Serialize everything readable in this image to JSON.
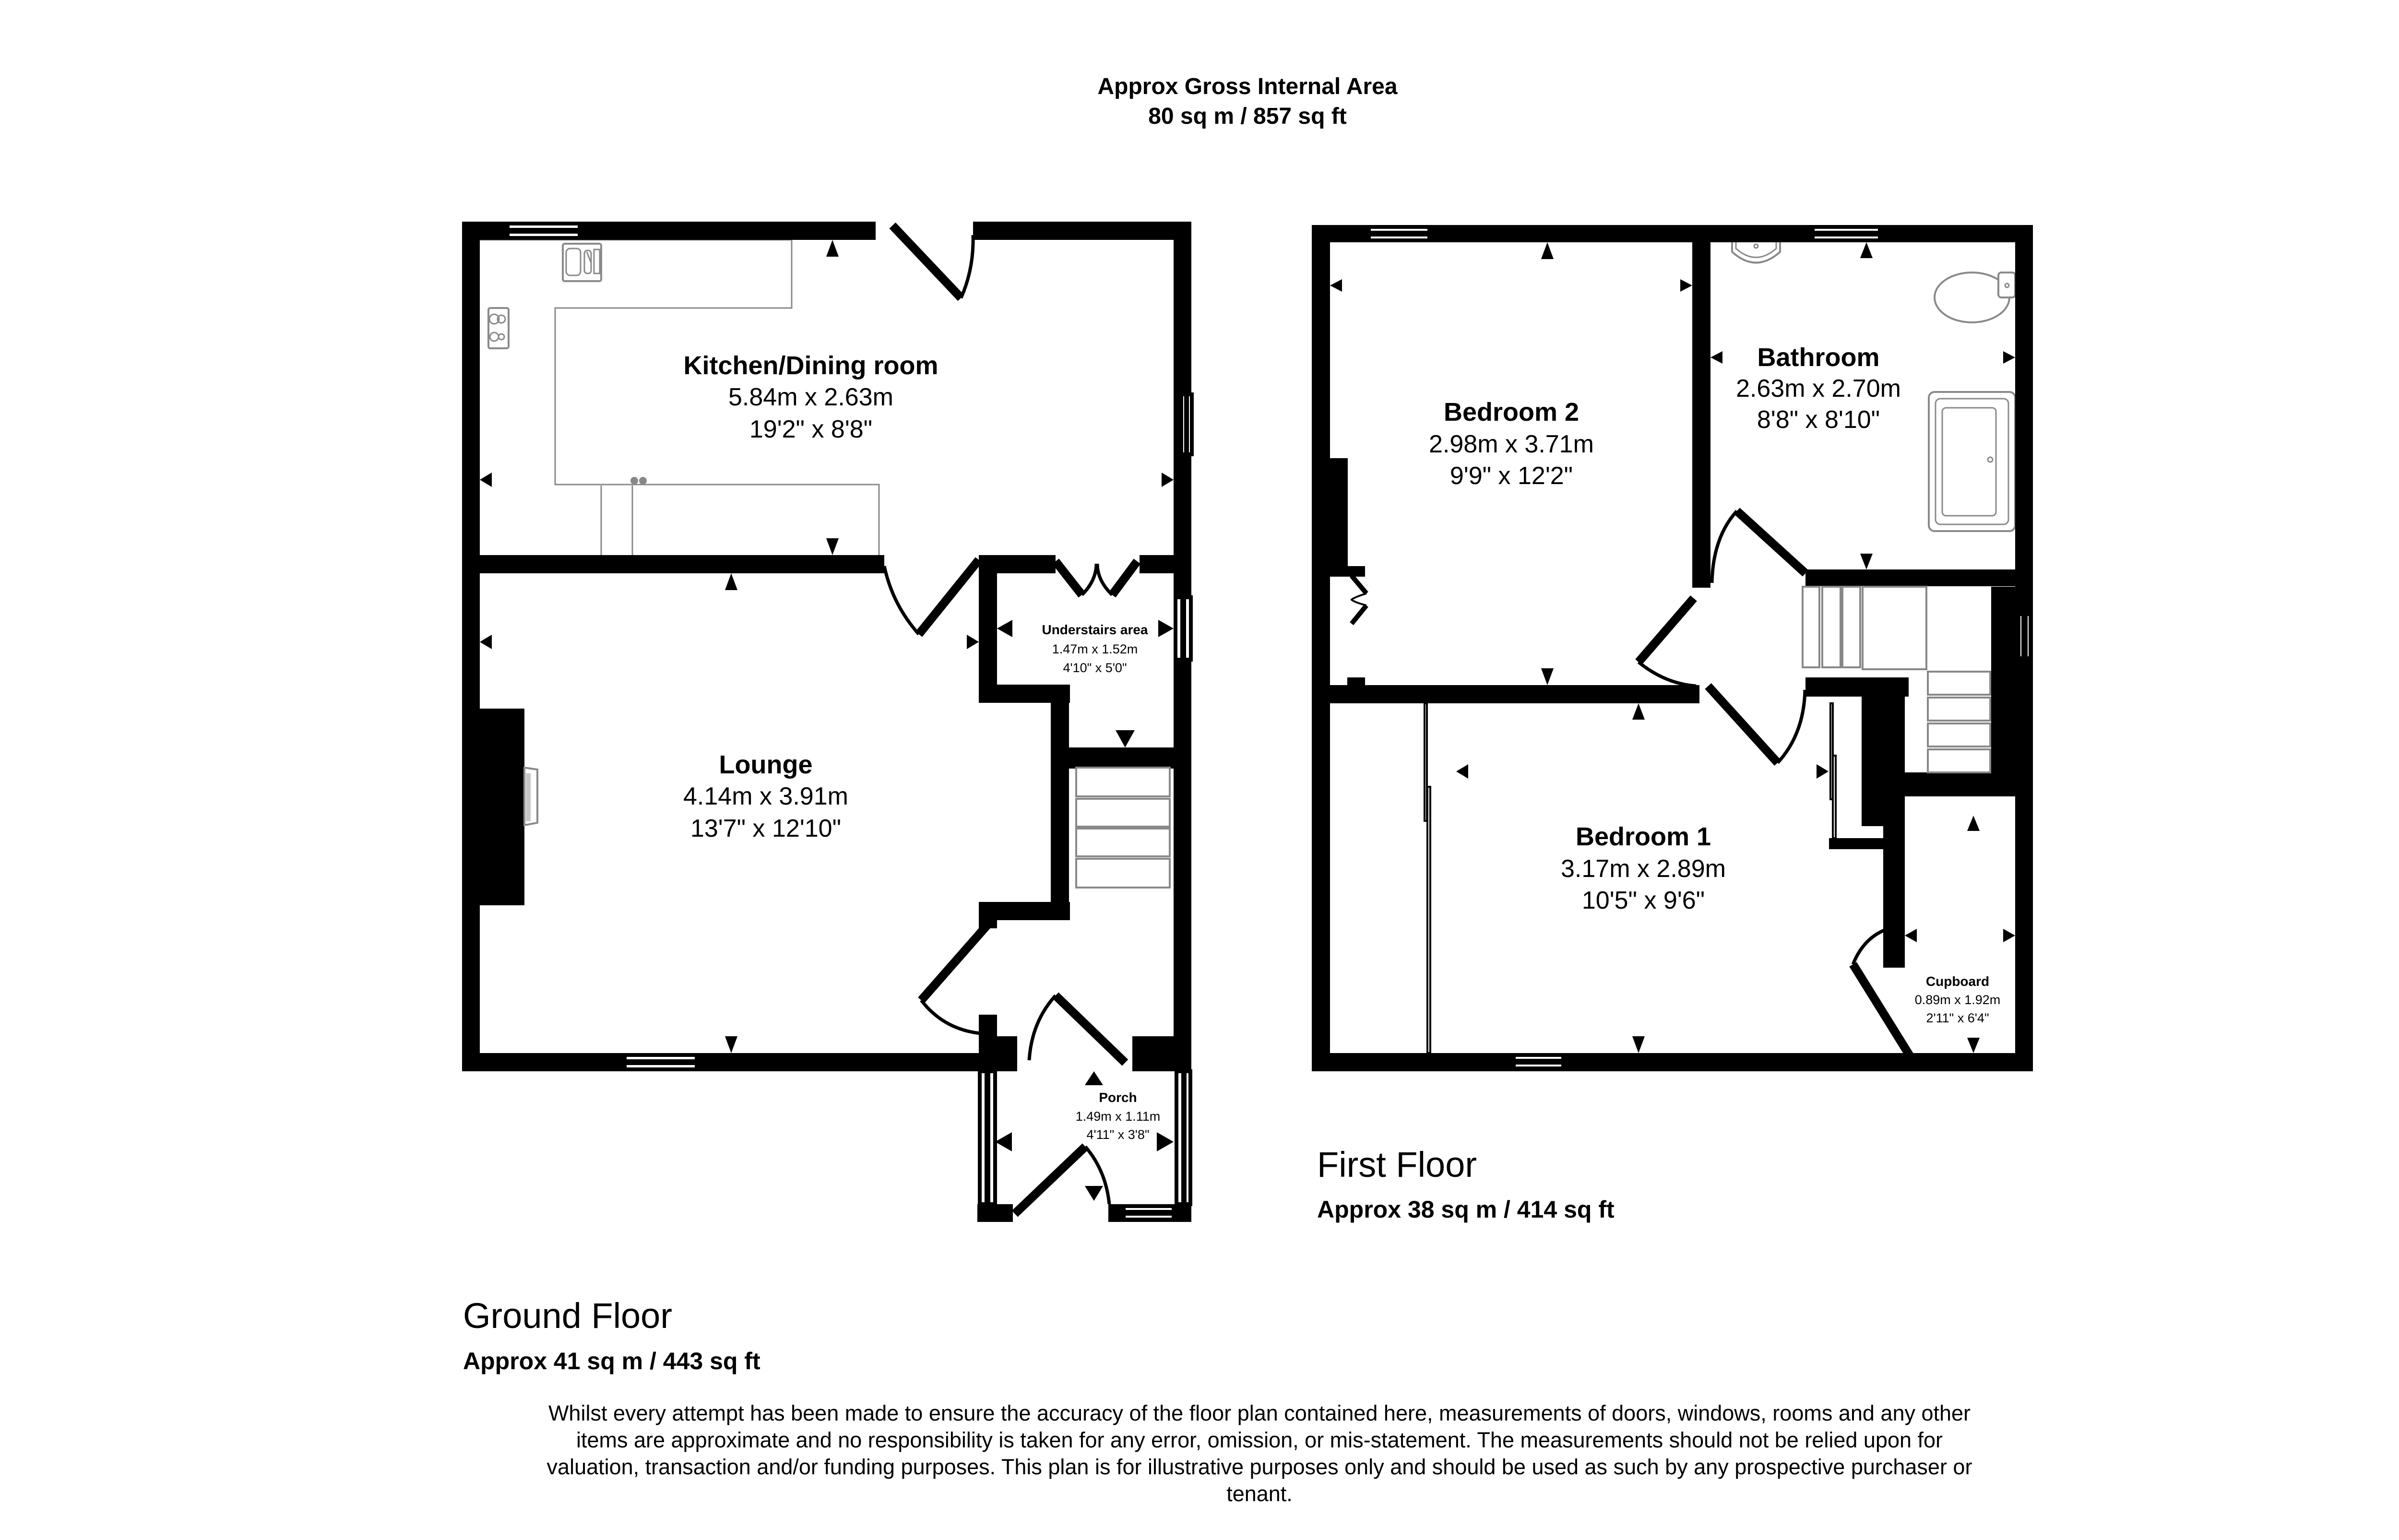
{
  "header": {
    "title": "Approx Gross Internal Area",
    "total_area": "80 sq m / 857 sq ft"
  },
  "floors": {
    "ground": {
      "title": "Ground Floor",
      "area": "Approx 41 sq m / 443 sq ft",
      "rooms": {
        "kitchen": {
          "name": "Kitchen/Dining room",
          "metric": "5.84m x 2.63m",
          "imperial": "19'2\" x 8'8\""
        },
        "lounge": {
          "name": "Lounge",
          "metric": "4.14m x 3.91m",
          "imperial": "13'7\" x 12'10\""
        },
        "understairs": {
          "name": "Understairs area",
          "metric": "1.47m x 1.52m",
          "imperial": "4'10\" x 5'0\""
        },
        "porch": {
          "name": "Porch",
          "metric": "1.49m x 1.11m",
          "imperial": "4'11\" x 3'8\""
        }
      }
    },
    "first": {
      "title": "First Floor",
      "area": "Approx 38 sq m / 414 sq ft",
      "rooms": {
        "bedroom2": {
          "name": "Bedroom 2",
          "metric": "2.98m x 3.71m",
          "imperial": "9'9\" x 12'2\""
        },
        "bathroom": {
          "name": "Bathroom",
          "metric": "2.63m x 2.70m",
          "imperial": "8'8\" x 8'10\""
        },
        "bedroom1": {
          "name": "Bedroom 1",
          "metric": "3.17m x 2.89m",
          "imperial": "10'5\" x 9'6\""
        },
        "cupboard": {
          "name": "Cupboard",
          "metric": "0.89m x 1.92m",
          "imperial": "2'11\" x 6'4\""
        }
      }
    }
  },
  "disclaimer": "Whilst every attempt has been made to ensure the accuracy of the floor plan contained here, measurements of doors, windows, rooms and any other items are approximate and no responsibility is taken for any error, omission, or mis-statement. The measurements should not be relied upon for valuation, transaction and/or funding purposes. This plan is for illustrative purposes only and should be used as such by any prospective purchaser or tenant.",
  "colors": {
    "wall": "#000000",
    "fixture_outline": "#8a8a8a",
    "background": "#ffffff"
  }
}
